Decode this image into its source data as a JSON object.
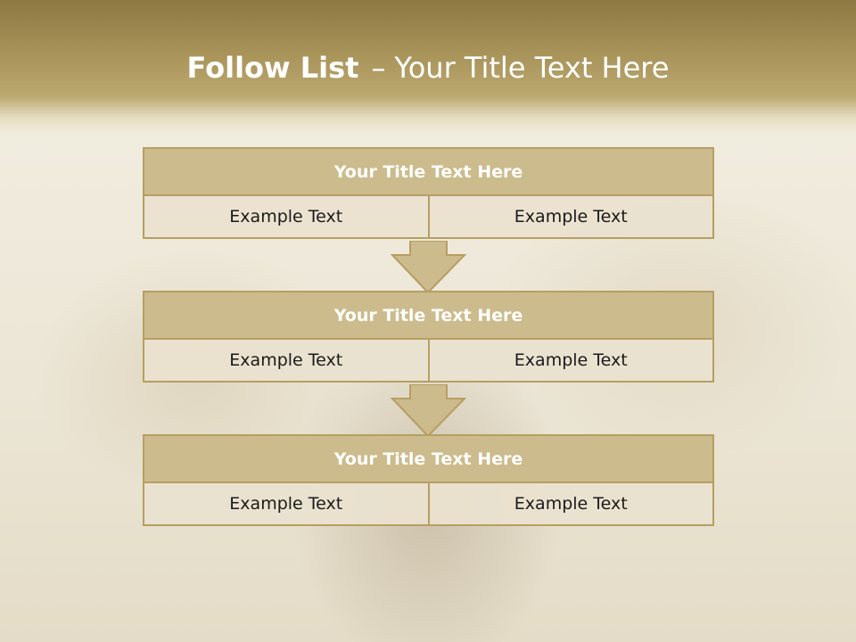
{
  "slide": {
    "title_bold": "Follow List",
    "title_separator": "–",
    "title_rest": "Your Title Text Here"
  },
  "steps": [
    {
      "title": "Your Title Text Here",
      "left": "Example Text",
      "right": "Example Text"
    },
    {
      "title": "Your Title Text Here",
      "left": "Example Text",
      "right": "Example Text"
    },
    {
      "title": "Your Title Text Here",
      "left": "Example Text",
      "right": "Example Text"
    }
  ],
  "colors": {
    "header_top": "#8d7843",
    "box_fill": "#ccbb8c",
    "box_border": "#b59f62",
    "cell_fill": "#eae2d0",
    "title_text": "#ffffff"
  }
}
